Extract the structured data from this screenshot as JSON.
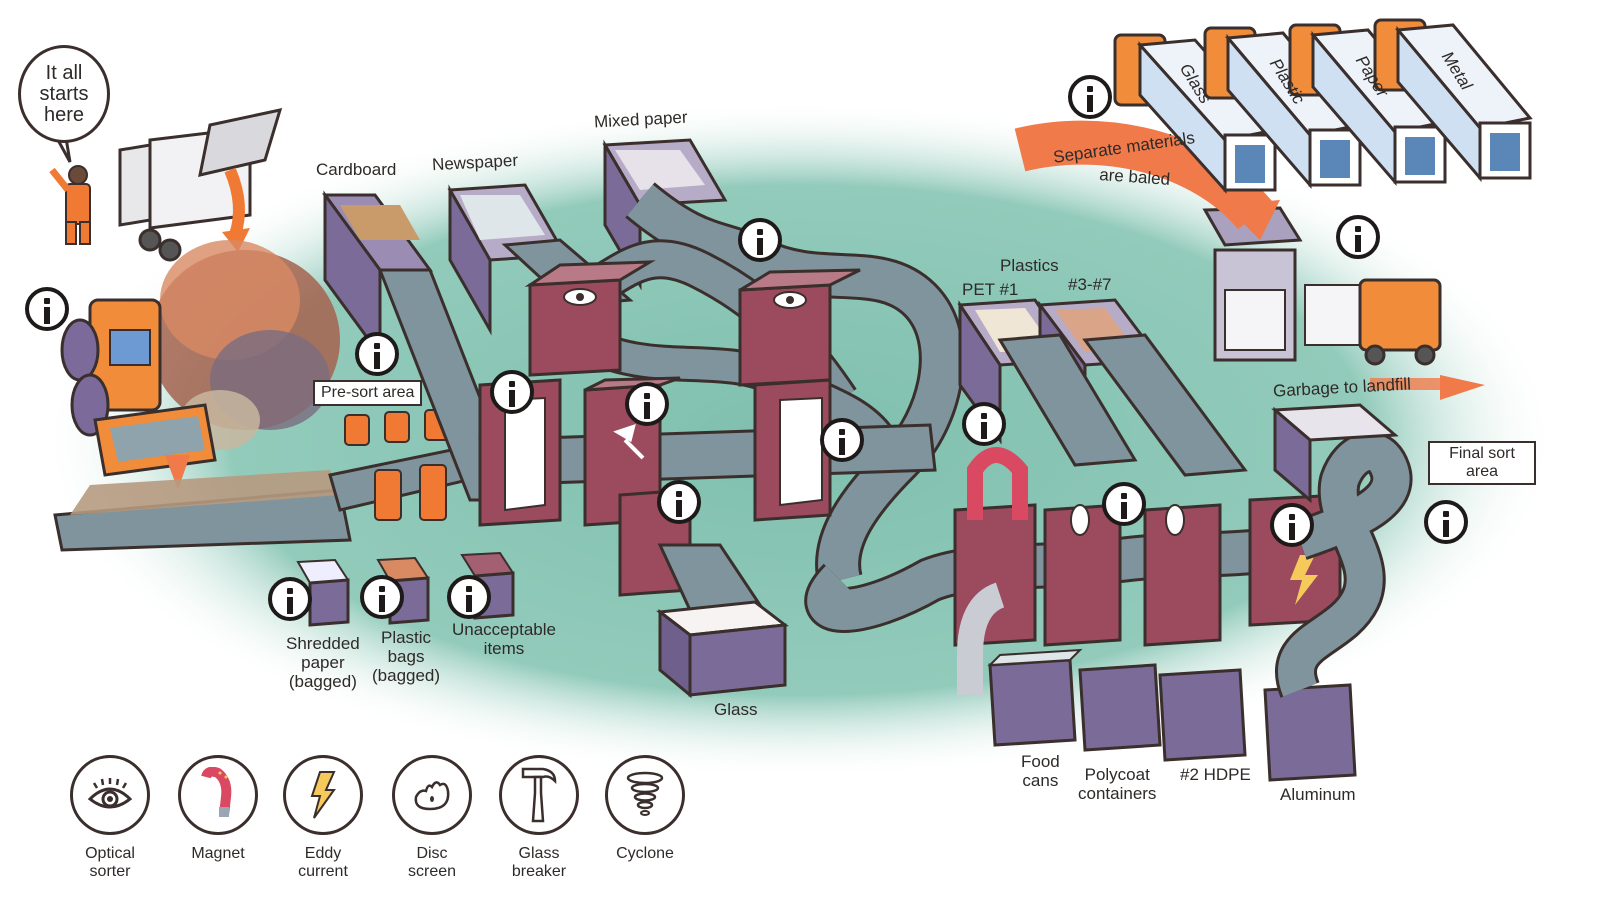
{
  "title": "Recycling facility sorting process",
  "speech_bubble": {
    "lines": [
      "It all",
      "starts",
      "here"
    ]
  },
  "bins_top": [
    {
      "id": "cardboard",
      "label": "Cardboard"
    },
    {
      "id": "newspaper",
      "label": "Newspaper"
    },
    {
      "id": "mixed-paper",
      "label": "Mixed paper"
    }
  ],
  "plastics": {
    "heading": "Plastics",
    "pet": "PET #1",
    "other": "#3-#7"
  },
  "presort_label": "Pre-sort area",
  "final_sort_label": [
    "Final sort",
    "area"
  ],
  "garbage_label": "Garbage to landfill",
  "baled_arrow": [
    "Separate materials",
    "are baled"
  ],
  "trucks": [
    "Glass",
    "Plastic",
    "Paper",
    "Metal"
  ],
  "bins_bottom_left": [
    {
      "id": "shredded-paper",
      "lines": [
        "Shredded",
        "paper",
        "(bagged)"
      ]
    },
    {
      "id": "plastic-bags",
      "lines": [
        "Plastic",
        "bags",
        "(bagged)"
      ]
    },
    {
      "id": "unacceptable-items",
      "lines": [
        "Unacceptable",
        "items"
      ]
    }
  ],
  "glass_bin_label": "Glass",
  "bins_bottom_right": [
    {
      "id": "food-cans",
      "lines": [
        "Food",
        "cans"
      ]
    },
    {
      "id": "polycoat-containers",
      "lines": [
        "Polycoat",
        "containers"
      ]
    },
    {
      "id": "hdpe",
      "lines": [
        "#2 HDPE"
      ]
    },
    {
      "id": "aluminum",
      "lines": [
        "Aluminum"
      ]
    }
  ],
  "legend": [
    {
      "id": "optical-sorter",
      "icon": "eye-icon",
      "lines": [
        "Optical",
        "sorter"
      ]
    },
    {
      "id": "magnet",
      "icon": "magnet-icon",
      "lines": [
        "Magnet"
      ]
    },
    {
      "id": "eddy-current",
      "icon": "lightning-icon",
      "lines": [
        "Eddy",
        "current"
      ]
    },
    {
      "id": "disc-screen",
      "icon": "disc-icon",
      "lines": [
        "Disc",
        "screen"
      ]
    },
    {
      "id": "glass-breaker",
      "icon": "hammer-icon",
      "lines": [
        "Glass",
        "breaker"
      ]
    },
    {
      "id": "cyclone",
      "icon": "cyclone-icon",
      "lines": [
        "Cyclone"
      ]
    }
  ],
  "info_buttons": [
    {
      "id": "info-loader"
    },
    {
      "id": "info-presort"
    },
    {
      "id": "info-disc-screen-1"
    },
    {
      "id": "info-optical-paper"
    },
    {
      "id": "info-glass-breaker"
    },
    {
      "id": "info-disc-screen-2"
    },
    {
      "id": "info-cyclone"
    },
    {
      "id": "info-magnet"
    },
    {
      "id": "info-optical-plastics"
    },
    {
      "id": "info-eddy-current"
    },
    {
      "id": "info-final-sort"
    },
    {
      "id": "info-baler"
    },
    {
      "id": "info-trucks"
    },
    {
      "id": "info-shredded-paper"
    },
    {
      "id": "info-plastic-bags"
    },
    {
      "id": "info-unacceptable"
    }
  ],
  "colors": {
    "floor": "#8fc7b6",
    "bin_purple": "#7b6b98",
    "machine_maroon": "#9c4a5e",
    "conveyor": "#7f949c",
    "worker_orange": "#f07a33",
    "outline": "#3a2f2c",
    "arrow_orange": "#f07a4a"
  }
}
